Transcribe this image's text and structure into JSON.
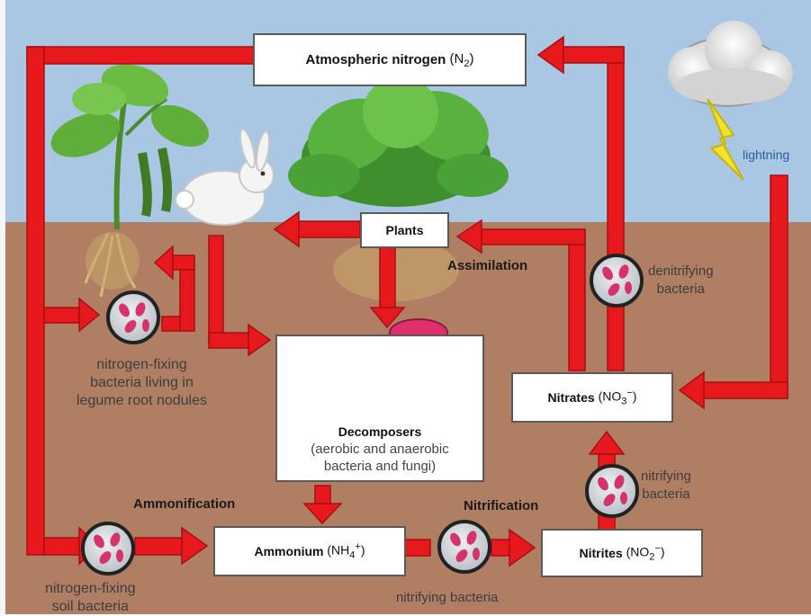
{
  "boxes": {
    "atmospheric": {
      "name": "Atmospheric nitrogen",
      "formula": "(N",
      "sub": "2",
      "close": ")"
    },
    "plants": "Plants",
    "decomposers": {
      "title": "Decomposers",
      "line1": "(aerobic and anaerobic",
      "line2": "bacteria and fungi)"
    },
    "ammonium": {
      "name": "Ammonium",
      "formula": "(NH",
      "sub": "4",
      "sup": "+",
      "close": ")"
    },
    "nitrites": {
      "name": "Nitrites",
      "formula": "(NO",
      "sub": "2",
      "sup": "−",
      "close": ")"
    },
    "nitrates": {
      "name": "Nitrates",
      "formula": "(NO",
      "sub": "3",
      "sup": "−",
      "close": ")"
    }
  },
  "processes": {
    "assimilation": "Assimilation",
    "ammonification": "Ammonification",
    "nitrification": "Nitrification"
  },
  "labels": {
    "lightning": "lightning",
    "denitrifying": [
      "denitrifying",
      "bacteria"
    ],
    "nitrogen_fixing_root": [
      "nitrogen-fixing",
      "bacteria living in",
      "legume root nodules"
    ],
    "nitrogen_fixing_soil": [
      "nitrogen-fixing",
      "soil bacteria"
    ],
    "nitrifying_right": [
      "nitrifying",
      "bacteria"
    ],
    "nitrifying_bottom": "nitrifying bacteria"
  },
  "colors": {
    "sky": "#a9c6e2",
    "soil": "#b07f63",
    "arrow": "#e8191d",
    "arrow_edge": "#a80f12",
    "bacteria": "#d6336c",
    "mushroom": "#e0306b"
  }
}
